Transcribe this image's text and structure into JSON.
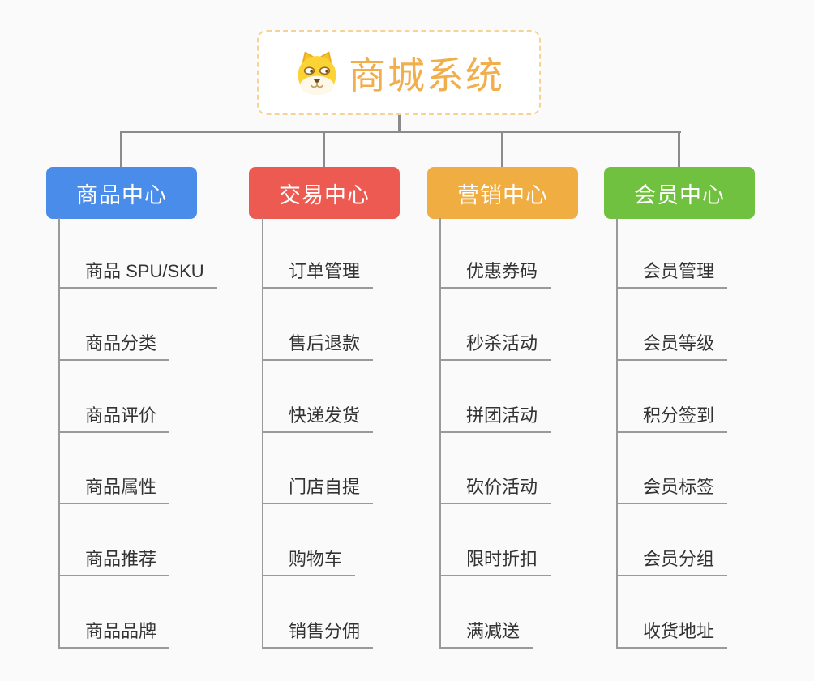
{
  "root": {
    "title": "商城系统",
    "icon": "dog-icon"
  },
  "branches": [
    {
      "label": "商品中心",
      "color": "#4A8CEA",
      "items": [
        "商品 SPU/SKU",
        "商品分类",
        "商品评价",
        "商品属性",
        "商品推荐",
        "商品品牌"
      ]
    },
    {
      "label": "交易中心",
      "color": "#EC5A51",
      "items": [
        "订单管理",
        "售后退款",
        "快递发货",
        "门店自提",
        "购物车",
        "销售分佣"
      ]
    },
    {
      "label": "营销中心",
      "color": "#EFAD42",
      "items": [
        "优惠券码",
        "秒杀活动",
        "拼团活动",
        "砍价活动",
        "限时折扣",
        "满减送"
      ]
    },
    {
      "label": "会员中心",
      "color": "#70C13F",
      "items": [
        "会员管理",
        "会员等级",
        "积分签到",
        "会员标签",
        "会员分组",
        "收货地址"
      ]
    }
  ],
  "colors": {
    "background": "#FAFAFA",
    "connector": "#8B8B8B",
    "underline": "#9A9A9A",
    "item_text": "#333333",
    "root_text": "#F0AF4C",
    "root_border": "#F7D294",
    "node_text": "#FFFFFF"
  }
}
